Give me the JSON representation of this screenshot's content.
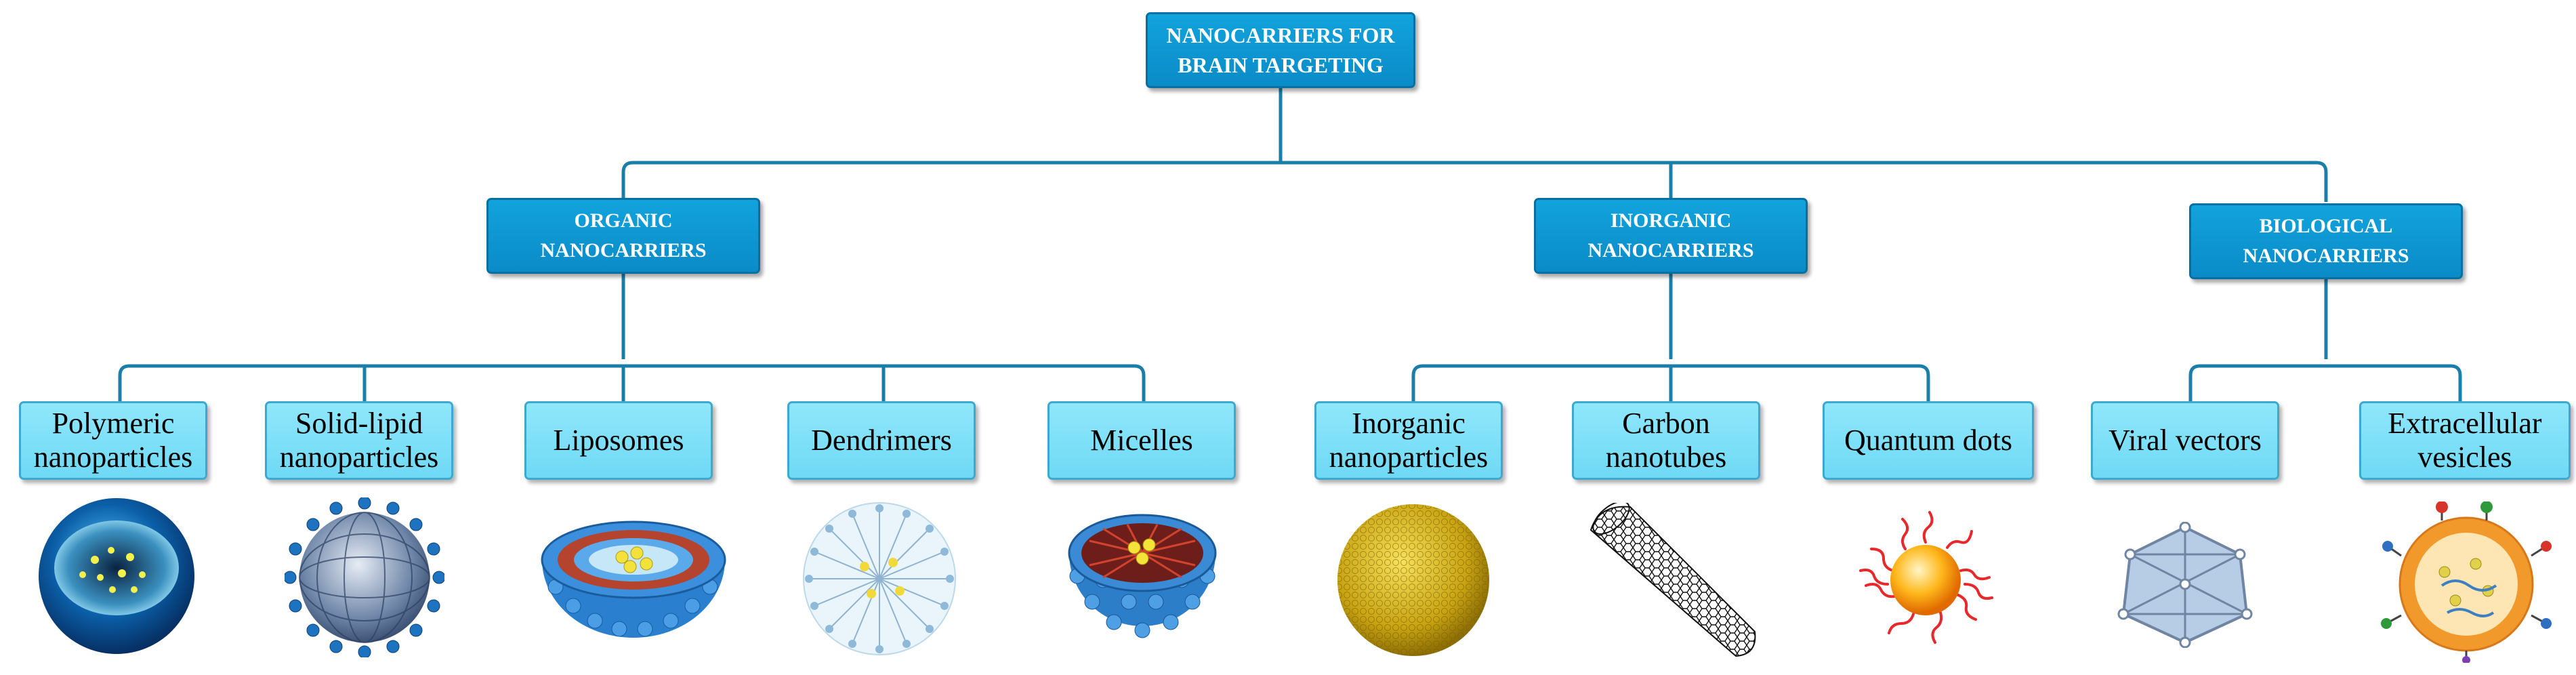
{
  "root": {
    "line1": "NANOCARRIERS FOR",
    "line2": "BRAIN TARGETING"
  },
  "categories": [
    {
      "line1": "ORGANIC",
      "line2": "NANOCARRIERS"
    },
    {
      "line1": "INORGANIC",
      "line2": "NANOCARRIERS"
    },
    {
      "line1": "BIOLOGICAL",
      "line2": "NANOCARRIERS"
    }
  ],
  "leaves": [
    {
      "line1": "Polymeric",
      "line2": "nanoparticles",
      "icon": "polymeric-nanoparticle-icon"
    },
    {
      "line1": "Solid-lipid",
      "line2": "nanoparticles",
      "icon": "solid-lipid-nanoparticle-icon"
    },
    {
      "line1": "Liposomes",
      "line2": "",
      "icon": "liposome-icon"
    },
    {
      "line1": "Dendrimers",
      "line2": "",
      "icon": "dendrimer-icon"
    },
    {
      "line1": "Micelles",
      "line2": "",
      "icon": "micelle-icon"
    },
    {
      "line1": "Inorganic",
      "line2": "nanoparticles",
      "icon": "inorganic-nanoparticle-icon"
    },
    {
      "line1": "Carbon",
      "line2": "nanotubes",
      "icon": "carbon-nanotube-icon"
    },
    {
      "line1": "Quantum dots",
      "line2": "",
      "icon": "quantum-dot-icon"
    },
    {
      "line1": "Viral vectors",
      "line2": "",
      "icon": "viral-vector-icon"
    },
    {
      "line1": "Extracellular",
      "line2": "vesicles",
      "icon": "extracellular-vesicle-icon"
    }
  ],
  "colors": {
    "connector": "#1a7fa8",
    "category_fill": "#0a97d4",
    "leaf_fill": "#7cdff7"
  }
}
